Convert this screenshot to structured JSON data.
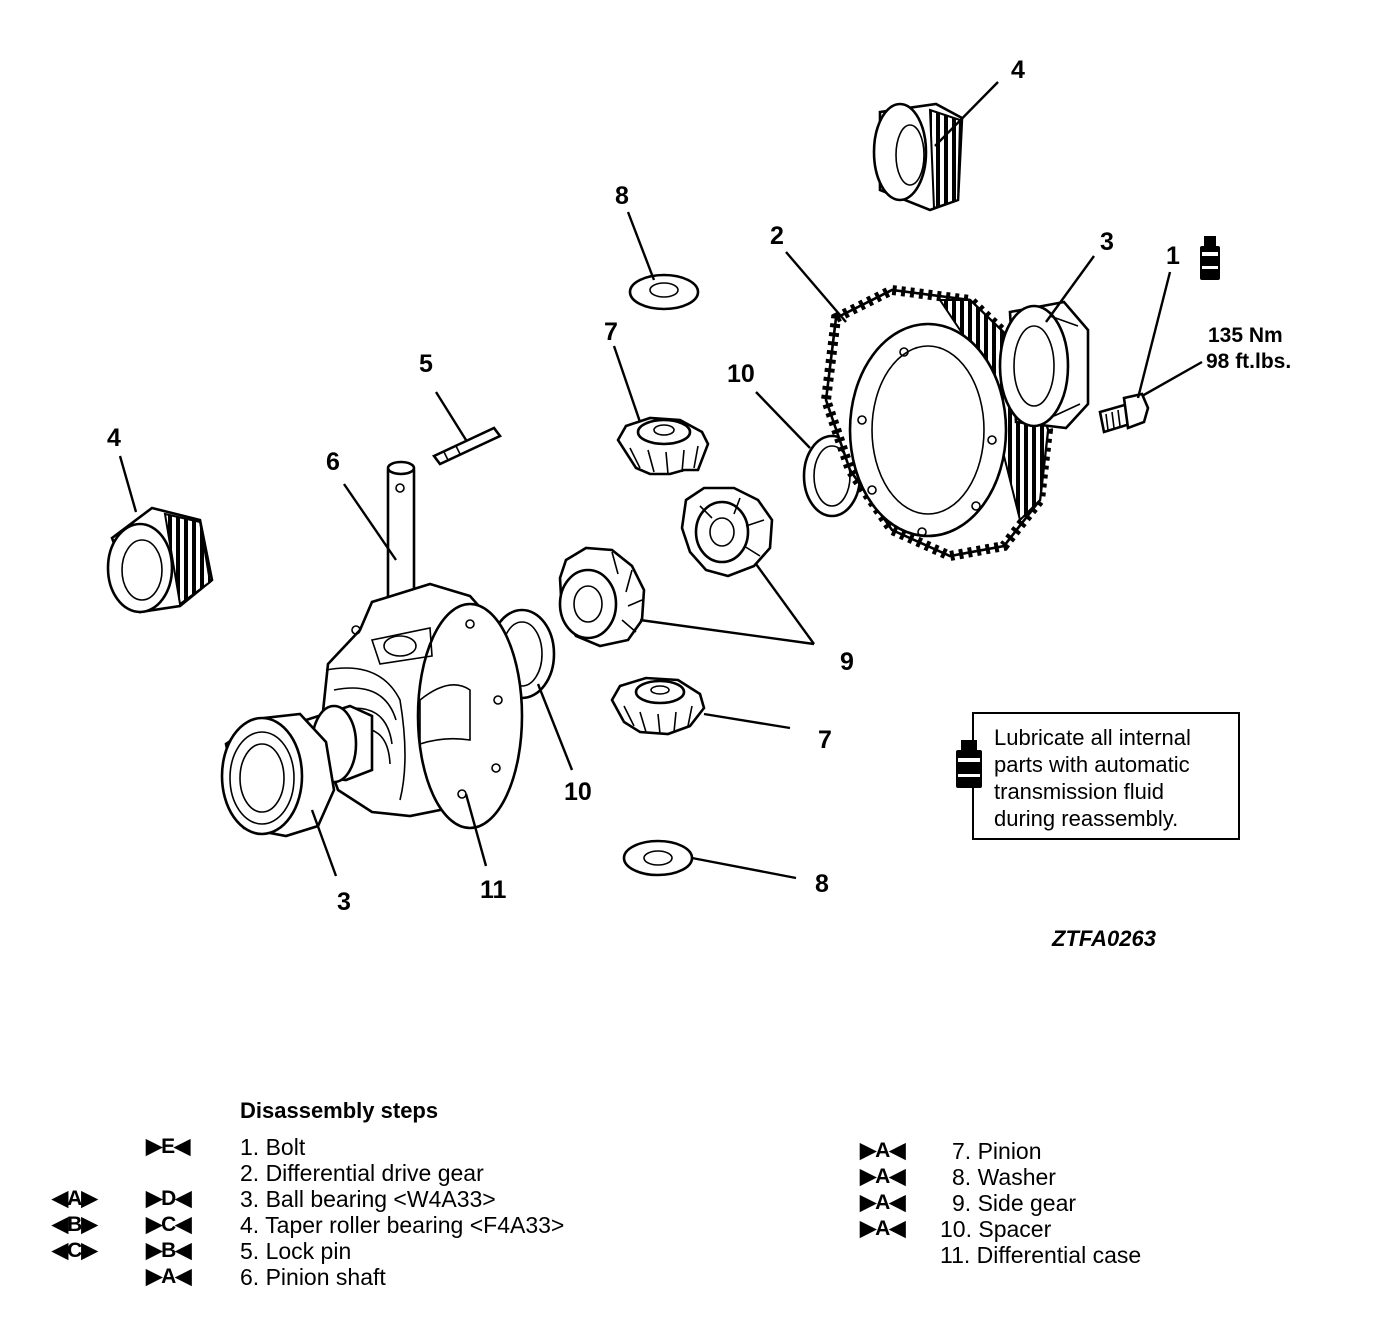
{
  "callouts": {
    "c1": "1",
    "c2": "2",
    "c3_top": "3",
    "c3_bottom": "3",
    "c4_top": "4",
    "c4_left": "4",
    "c5": "5",
    "c6": "6",
    "c7_top": "7",
    "c7_bottom": "7",
    "c8_top": "8",
    "c8_bottom": "8",
    "c9": "9",
    "c10_right": "10",
    "c10_bottom": "10",
    "c11": "11"
  },
  "torque": {
    "line1": "135 Nm",
    "line2": "98 ft.lbs."
  },
  "figure_code": "ZTFA0263",
  "note": {
    "lines": [
      "Lubricate all internal",
      "parts with automatic",
      "transmission fluid",
      "during reassembly."
    ],
    "icon": "oil-can-icon"
  },
  "steps": {
    "title": "Disassembly steps",
    "left": [
      {
        "mark1": "",
        "mark2": "▶E◀",
        "text": "1. Bolt"
      },
      {
        "mark1": "",
        "mark2": "",
        "text": "2. Differential drive gear"
      },
      {
        "mark1": "◀A▶",
        "mark2": "▶D◀",
        "text": "3. Ball bearing <W4A33>"
      },
      {
        "mark1": "◀B▶",
        "mark2": "▶C◀",
        "text": "4. Taper roller bearing <F4A33>"
      },
      {
        "mark1": "◀C▶",
        "mark2": "▶B◀",
        "text": "5. Lock pin"
      },
      {
        "mark1": "",
        "mark2": "▶A◀",
        "text": "6. Pinion shaft"
      }
    ],
    "right": [
      {
        "mark": "▶A◀",
        "text": "7. Pinion"
      },
      {
        "mark": "▶A◀",
        "text": "8. Washer"
      },
      {
        "mark": "▶A◀",
        "text": "9. Side gear"
      },
      {
        "mark": "▶A◀",
        "text": "10. Spacer"
      },
      {
        "mark": "",
        "text": "11. Differential case"
      }
    ]
  }
}
